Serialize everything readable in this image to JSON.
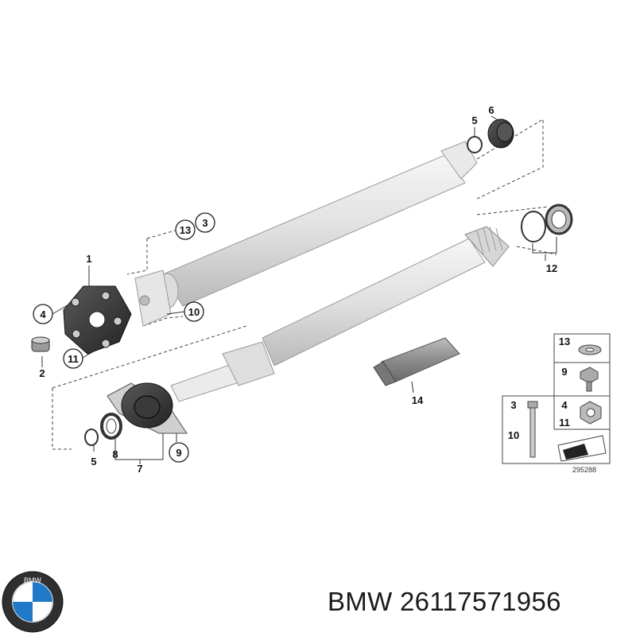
{
  "callouts": {
    "c1": "1",
    "c2": "2",
    "c3": "3",
    "c4": "4",
    "c5a": "5",
    "c5b": "5",
    "c6": "6",
    "c7": "7",
    "c8": "8",
    "c9": "9",
    "c10": "10",
    "c11": "11",
    "c12": "12",
    "c13": "13",
    "c14": "14"
  },
  "legend": {
    "r13": "13",
    "r9": "9",
    "r3": "3",
    "r10": "10",
    "r4": "4",
    "r11": "11",
    "code": "295288"
  },
  "footer": {
    "brand": "BMW",
    "part_number": "26117571956",
    "text": "BMW 26117571956"
  },
  "colors": {
    "shaft": "#e3e3e3",
    "shaft_edge": "#9a9a9a",
    "dark": "#3b3b3b",
    "line": "#555555"
  },
  "logo": {
    "icon": "bmw-roundel-icon",
    "letters": "BMW"
  }
}
